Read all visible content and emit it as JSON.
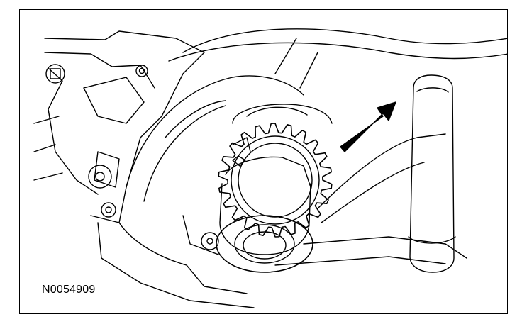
{
  "figure": {
    "id_label": "N0054909",
    "line_color": "#000000",
    "background": "#ffffff"
  },
  "parts": {
    "sprocket": "crankshaft-sprocket",
    "pointer": "arrow-indicator"
  }
}
